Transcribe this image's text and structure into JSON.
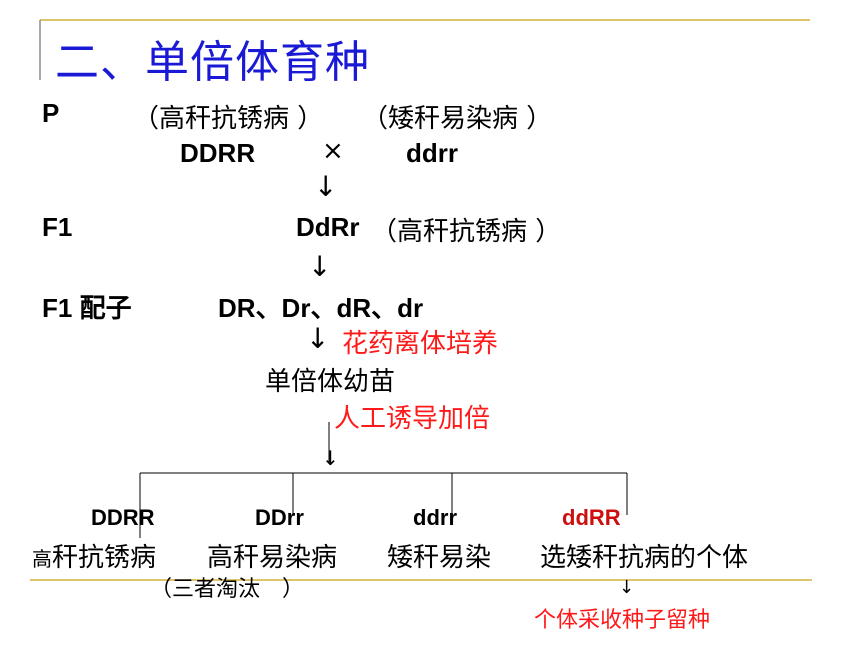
{
  "title": "二、单倍体育种",
  "rows": {
    "p_label": "P",
    "p_parent1": "（高秆抗锈病 ）",
    "p_parent2": "（矮秆易染病 ）",
    "p_genotype1": "DDRR",
    "cross_symbol": "×",
    "p_genotype2": "ddrr",
    "f1_label": "F1",
    "f1_genotype": "DdRr",
    "f1_phenotype": "（高秆抗锈病 ）",
    "gamete_label": "F1 配子",
    "gametes": "DR、Dr、dR、dr",
    "step_anther_culture": "花药离体培养",
    "haploid_seedling": "单倍体幼苗",
    "step_doubling": "人工诱导加倍"
  },
  "arrow_glyph": "↓",
  "offspring": [
    {
      "genotype": "DDRR",
      "phenotype_prefix": "高",
      "phenotype": "秆抗锈病"
    },
    {
      "genotype": "DDrr",
      "phenotype_prefix": "",
      "phenotype": "高秆易染病"
    },
    {
      "genotype": "ddrr",
      "phenotype_prefix": "",
      "phenotype": "矮秆易染"
    },
    {
      "genotype": "ddRR",
      "phenotype_prefix": "",
      "phenotype": "选矮秆抗病的个体"
    }
  ],
  "eliminate_note": "（三者淘汰　）",
  "final_step": "个体采收种子留种",
  "colors": {
    "title": "#1a1ad6",
    "highlight": "#ff1a1a",
    "rule_line": "#d4b23a"
  }
}
